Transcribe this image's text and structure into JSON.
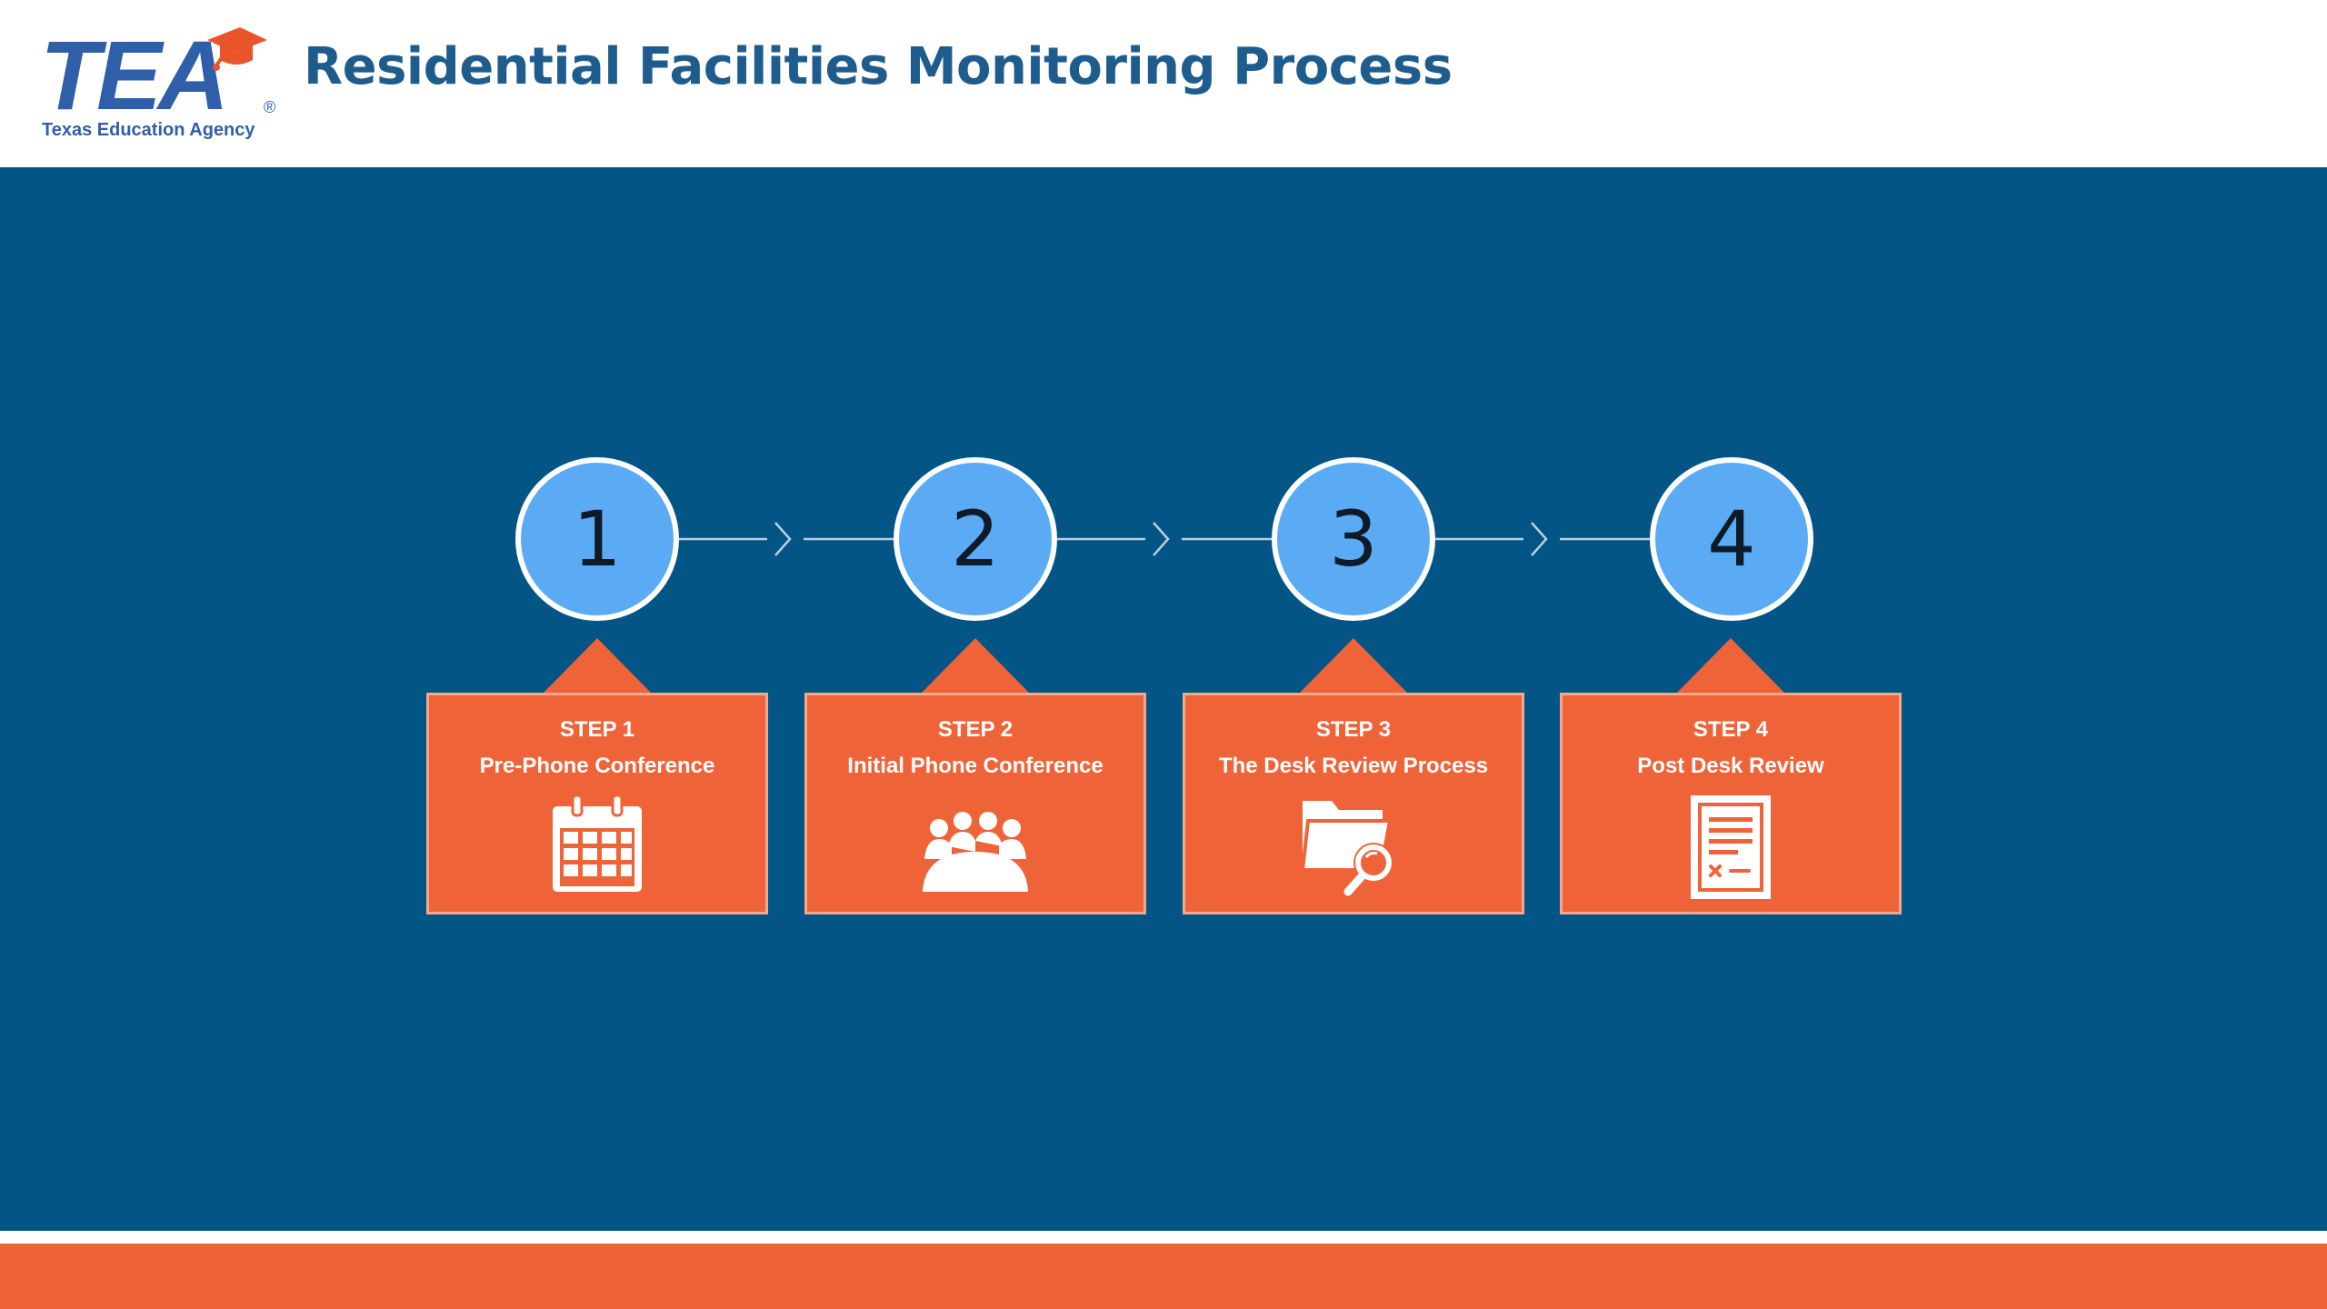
{
  "header": {
    "logo_text": "TEA",
    "logo_subtitle": "Texas Education Agency",
    "logo_registered": "®",
    "title": "Residential Facilities Monitoring Process"
  },
  "process": {
    "steps": [
      {
        "number": "1",
        "label": "STEP 1",
        "title": "Pre-Phone Conference",
        "icon": "calendar-icon"
      },
      {
        "number": "2",
        "label": "STEP 2",
        "title": "Initial Phone Conference",
        "icon": "meeting-group-icon"
      },
      {
        "number": "3",
        "label": "STEP 3",
        "title": "The Desk Review Process",
        "icon": "folder-search-icon"
      },
      {
        "number": "4",
        "label": "STEP 4",
        "title": "Post Desk Review",
        "icon": "document-checklist-icon"
      }
    ]
  },
  "colors": {
    "brand_blue": "#2e5fa8",
    "title_blue": "#1e5c8e",
    "background_blue": "#025585",
    "circle_blue": "#5aabf4",
    "accent_orange": "#ee6236"
  }
}
